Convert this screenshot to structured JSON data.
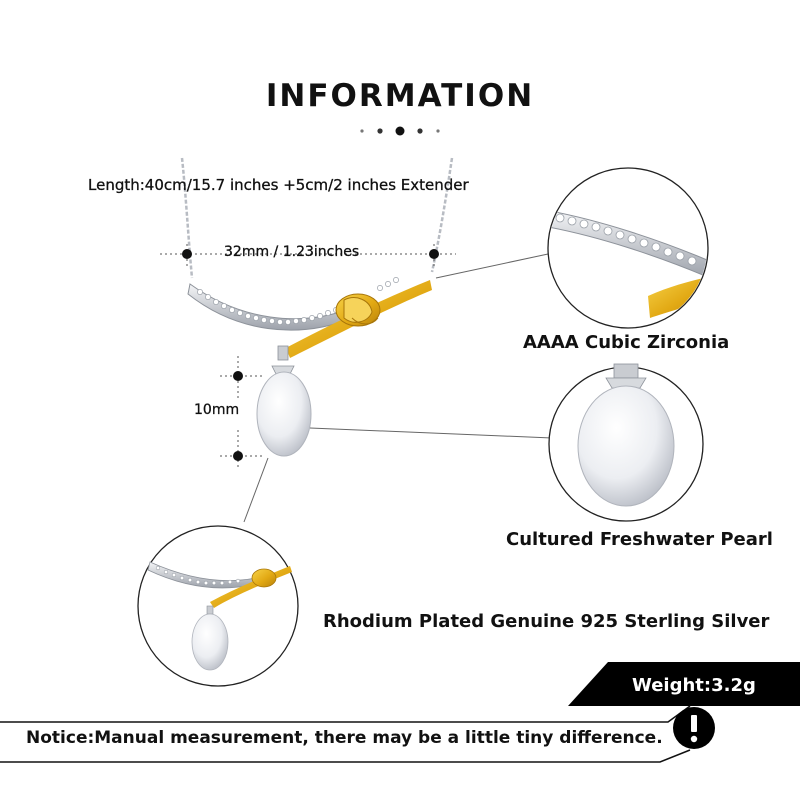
{
  "title": "INFORMATION",
  "measurements": {
    "length": "Length:40cm/15.7 inches +5cm/2 inches Extender",
    "width": "32mm / 1.23inches",
    "pearl_size": "10mm"
  },
  "features": {
    "zirconia": "AAAA Cubic Zirconia",
    "pearl": "Cultured Freshwater Pearl",
    "silver": "Rhodium Plated Genuine 925 Sterling Silver"
  },
  "weight": "Weight:3.2g",
  "notice": "Notice:Manual measurement, there may be a little tiny difference.",
  "colors": {
    "gold": "#e5b21a",
    "silver": "#c9ccd1",
    "pearl": "#eef0f4",
    "band": "#000000"
  }
}
